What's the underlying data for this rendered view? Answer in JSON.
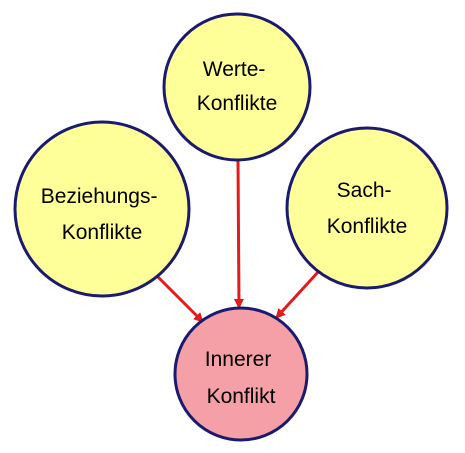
{
  "nodes": {
    "werte": {
      "line1": "Werte-",
      "line2": "Konflikte",
      "fill": "#ffff99"
    },
    "beziehung": {
      "line1": "Beziehungs-",
      "line2": "Konflikte",
      "fill": "#ffff99"
    },
    "sach": {
      "line1": "Sach-",
      "line2": "Konflikte",
      "fill": "#ffff99"
    },
    "innerer": {
      "line1": "Innerer",
      "line2": "Konflikt",
      "fill": "#f4a0a6"
    }
  },
  "colors": {
    "border": "#1a1a6e",
    "arrow": "#e31b1b"
  }
}
